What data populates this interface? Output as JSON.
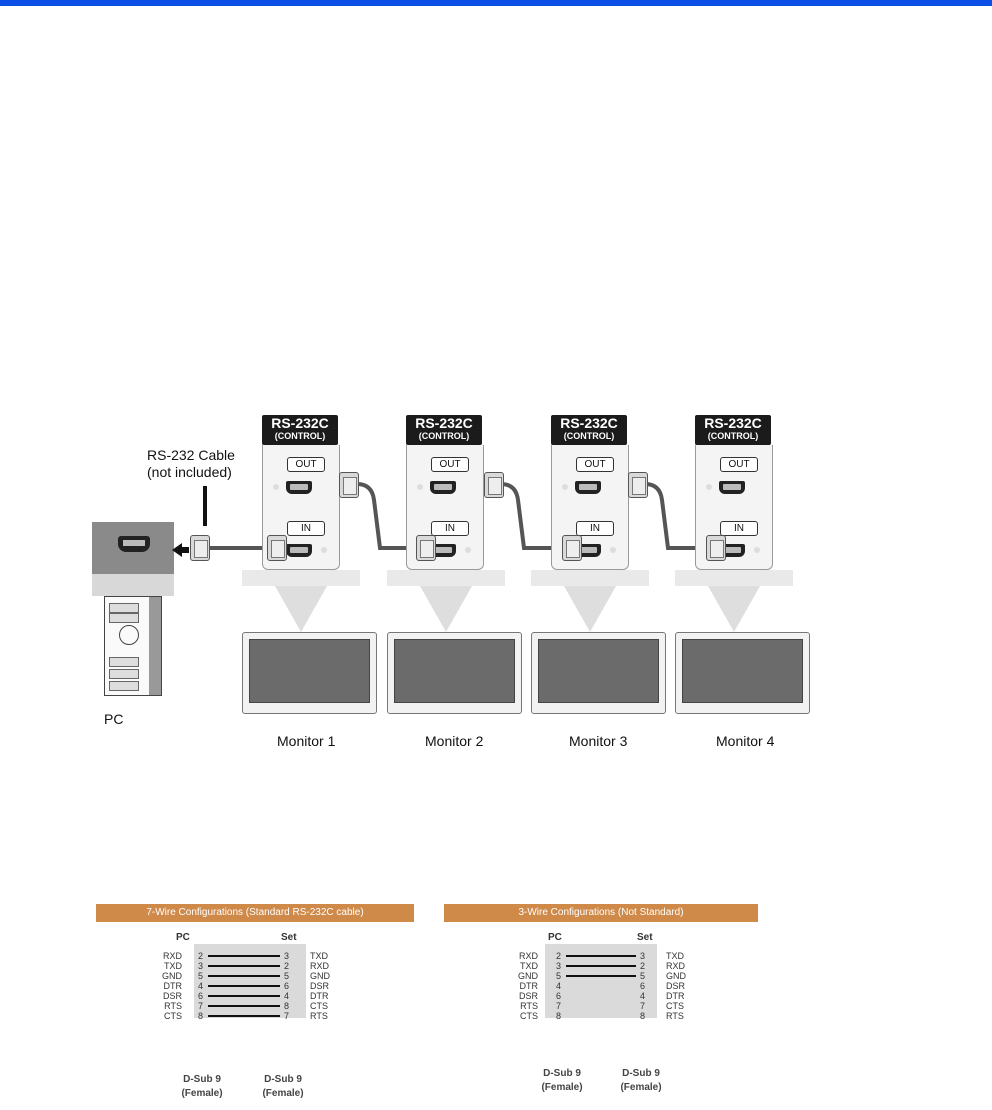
{
  "colors": {
    "top_bar": "#0a4fe6",
    "config_header": "#cf8a4a",
    "cable": "#555555"
  },
  "diagram": {
    "cable_label_line1": "RS-232 Cable",
    "cable_label_line2": "(not included)",
    "pc_label": "PC",
    "port": {
      "title": "RS-232C",
      "subtitle": "(CONTROL)",
      "out": "OUT",
      "in": "IN"
    },
    "monitors": [
      "Monitor 1",
      "Monitor 2",
      "Monitor 3",
      "Monitor 4"
    ]
  },
  "configs": [
    {
      "title": "7-Wire Configurations (Standard RS-232C cable)",
      "left_header": "PC",
      "right_header": "Set",
      "rows": [
        {
          "ls": "RXD",
          "lp": "2",
          "rp": "3",
          "rs": "TXD",
          "wired": true
        },
        {
          "ls": "TXD",
          "lp": "3",
          "rp": "2",
          "rs": "RXD",
          "wired": true
        },
        {
          "ls": "GND",
          "lp": "5",
          "rp": "5",
          "rs": "GND",
          "wired": true
        },
        {
          "ls": "DTR",
          "lp": "4",
          "rp": "6",
          "rs": "DSR",
          "wired": true
        },
        {
          "ls": "DSR",
          "lp": "6",
          "rp": "4",
          "rs": "DTR",
          "wired": true
        },
        {
          "ls": "RTS",
          "lp": "7",
          "rp": "8",
          "rs": "CTS",
          "wired": true
        },
        {
          "ls": "CTS",
          "lp": "8",
          "rp": "7",
          "rs": "RTS",
          "wired": true
        }
      ],
      "left_connector": [
        "D-Sub 9",
        "(Female)"
      ],
      "right_connector": [
        "D-Sub 9",
        "(Female)"
      ]
    },
    {
      "title": "3-Wire Configurations (Not Standard)",
      "left_header": "PC",
      "right_header": "Set",
      "rows": [
        {
          "ls": "RXD",
          "lp": "2",
          "rp": "3",
          "rs": "TXD",
          "wired": true
        },
        {
          "ls": "TXD",
          "lp": "3",
          "rp": "2",
          "rs": "RXD",
          "wired": true
        },
        {
          "ls": "GND",
          "lp": "5",
          "rp": "5",
          "rs": "GND",
          "wired": true
        },
        {
          "ls": "DTR",
          "lp": "4",
          "rp": "6",
          "rs": "DSR",
          "wired": false
        },
        {
          "ls": "DSR",
          "lp": "6",
          "rp": "4",
          "rs": "DTR",
          "wired": false
        },
        {
          "ls": "RTS",
          "lp": "7",
          "rp": "7",
          "rs": "CTS",
          "wired": false
        },
        {
          "ls": "CTS",
          "lp": "8",
          "rp": "8",
          "rs": "RTS",
          "wired": false
        }
      ],
      "left_connector": [
        "D-Sub 9",
        "(Female)"
      ],
      "right_connector": [
        "D-Sub 9",
        "(Female)"
      ]
    }
  ]
}
